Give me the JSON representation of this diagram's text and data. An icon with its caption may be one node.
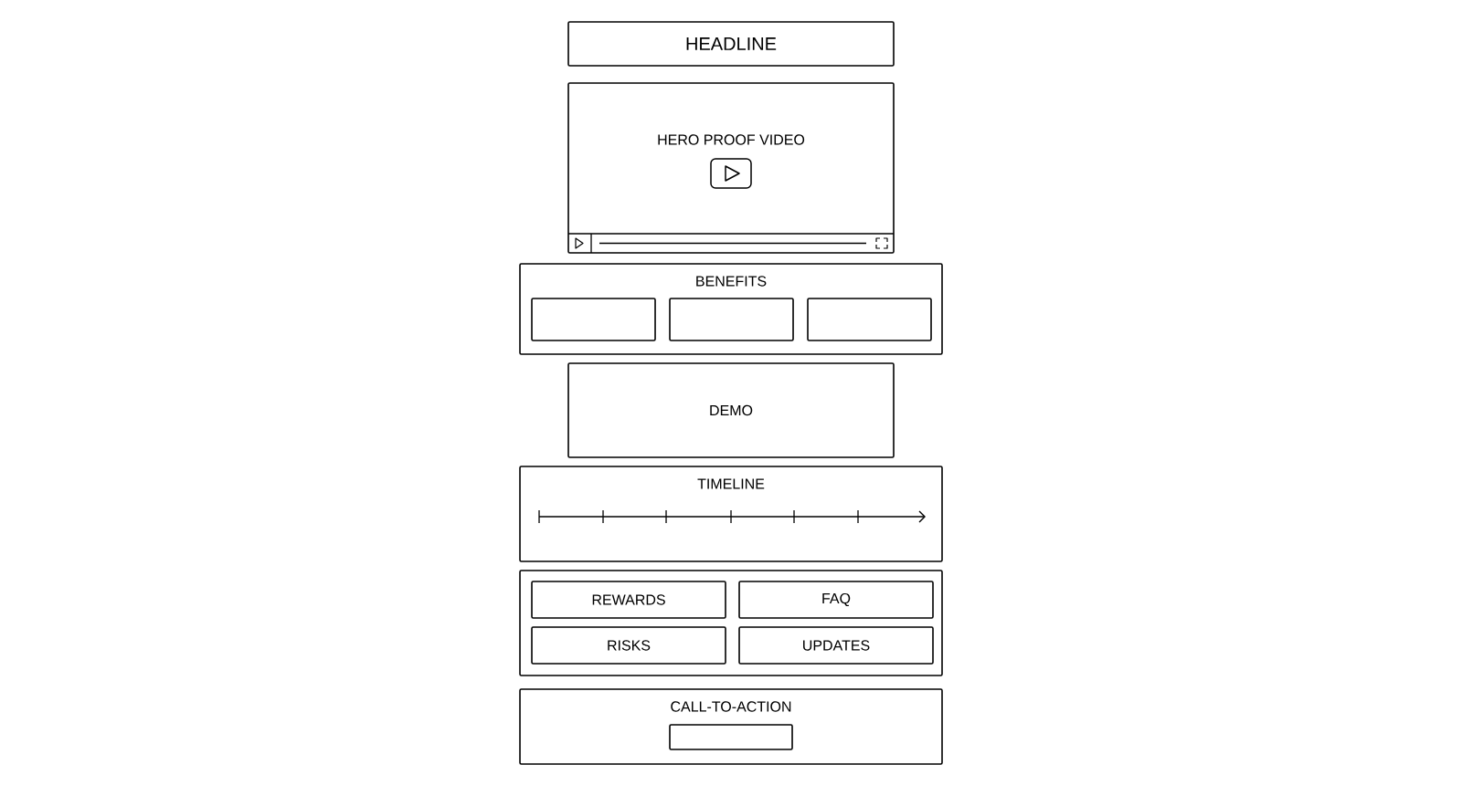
{
  "diagram": {
    "nodes": [
      {
        "text": [
          "HEADLINE"
        ]
      },
      {
        "text": [
          "HERO PROOF VIDEO"
        ]
      },
      {
        "text": [
          "BENEFITS"
        ]
      },
      {
        "text": [],
        "shape": "box",
        "in": 2
      },
      {
        "text": [],
        "shape": "box",
        "in": 2
      },
      {
        "text": [],
        "shape": "box",
        "in": 2
      },
      {
        "text": [
          "DEMO"
        ]
      },
      {
        "text": [
          "TIMELINE"
        ]
      },
      {
        "text": [],
        "shape": "box"
      },
      {
        "text": [
          "REWARDS"
        ],
        "in": 8
      },
      {
        "text": [
          "FAQ"
        ],
        "in": 8
      },
      {
        "text": [
          "RISKS"
        ],
        "in": 8
      },
      {
        "text": [
          "UPDATES"
        ],
        "in": 8
      },
      {
        "text": [
          "CALL-TO-ACTION"
        ]
      },
      {
        "text": [],
        "shape": "box",
        "in": 13
      }
    ]
  }
}
